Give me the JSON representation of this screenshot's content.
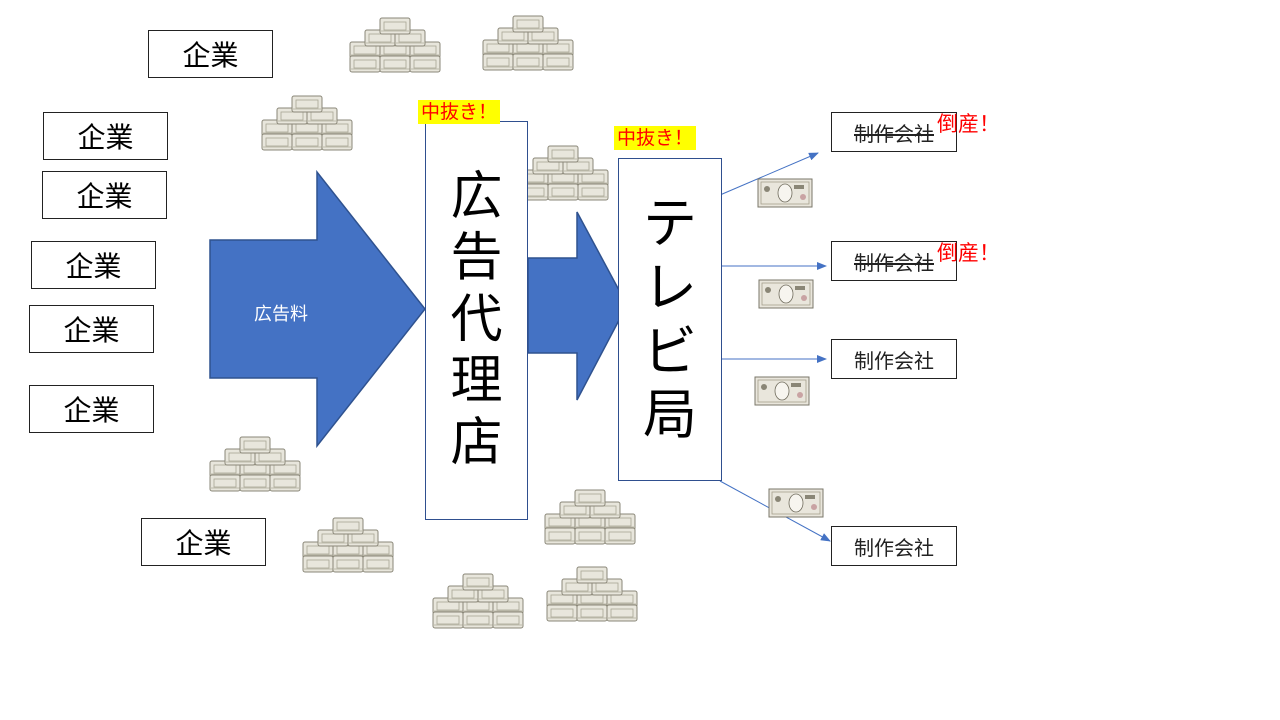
{
  "companies": [
    "企業",
    "企業",
    "企業",
    "企業",
    "企業",
    "企業",
    "企業"
  ],
  "ad_fee_label": "広告料",
  "agency": {
    "chars": [
      "広",
      "告",
      "代",
      "理",
      "店"
    ],
    "markup_tag": "中抜き！"
  },
  "tv_station": {
    "chars": [
      "テ",
      "レ",
      "ビ",
      "局"
    ],
    "markup_tag": "中抜き！"
  },
  "production_companies": [
    {
      "label": "制作会社",
      "status": "倒産！"
    },
    {
      "label": "制作会社",
      "status": "倒産！"
    },
    {
      "label": "制作会社",
      "status": ""
    },
    {
      "label": "制作会社",
      "status": ""
    }
  ],
  "colors": {
    "arrow_fill": "#4472c4",
    "arrow_stroke": "#2f528f",
    "tag_bg": "#ffff00",
    "alert_text": "#ff0000"
  },
  "icons": {
    "money": "stacked-banknotes-icon",
    "note": "10000-yen-banknote-icon"
  }
}
